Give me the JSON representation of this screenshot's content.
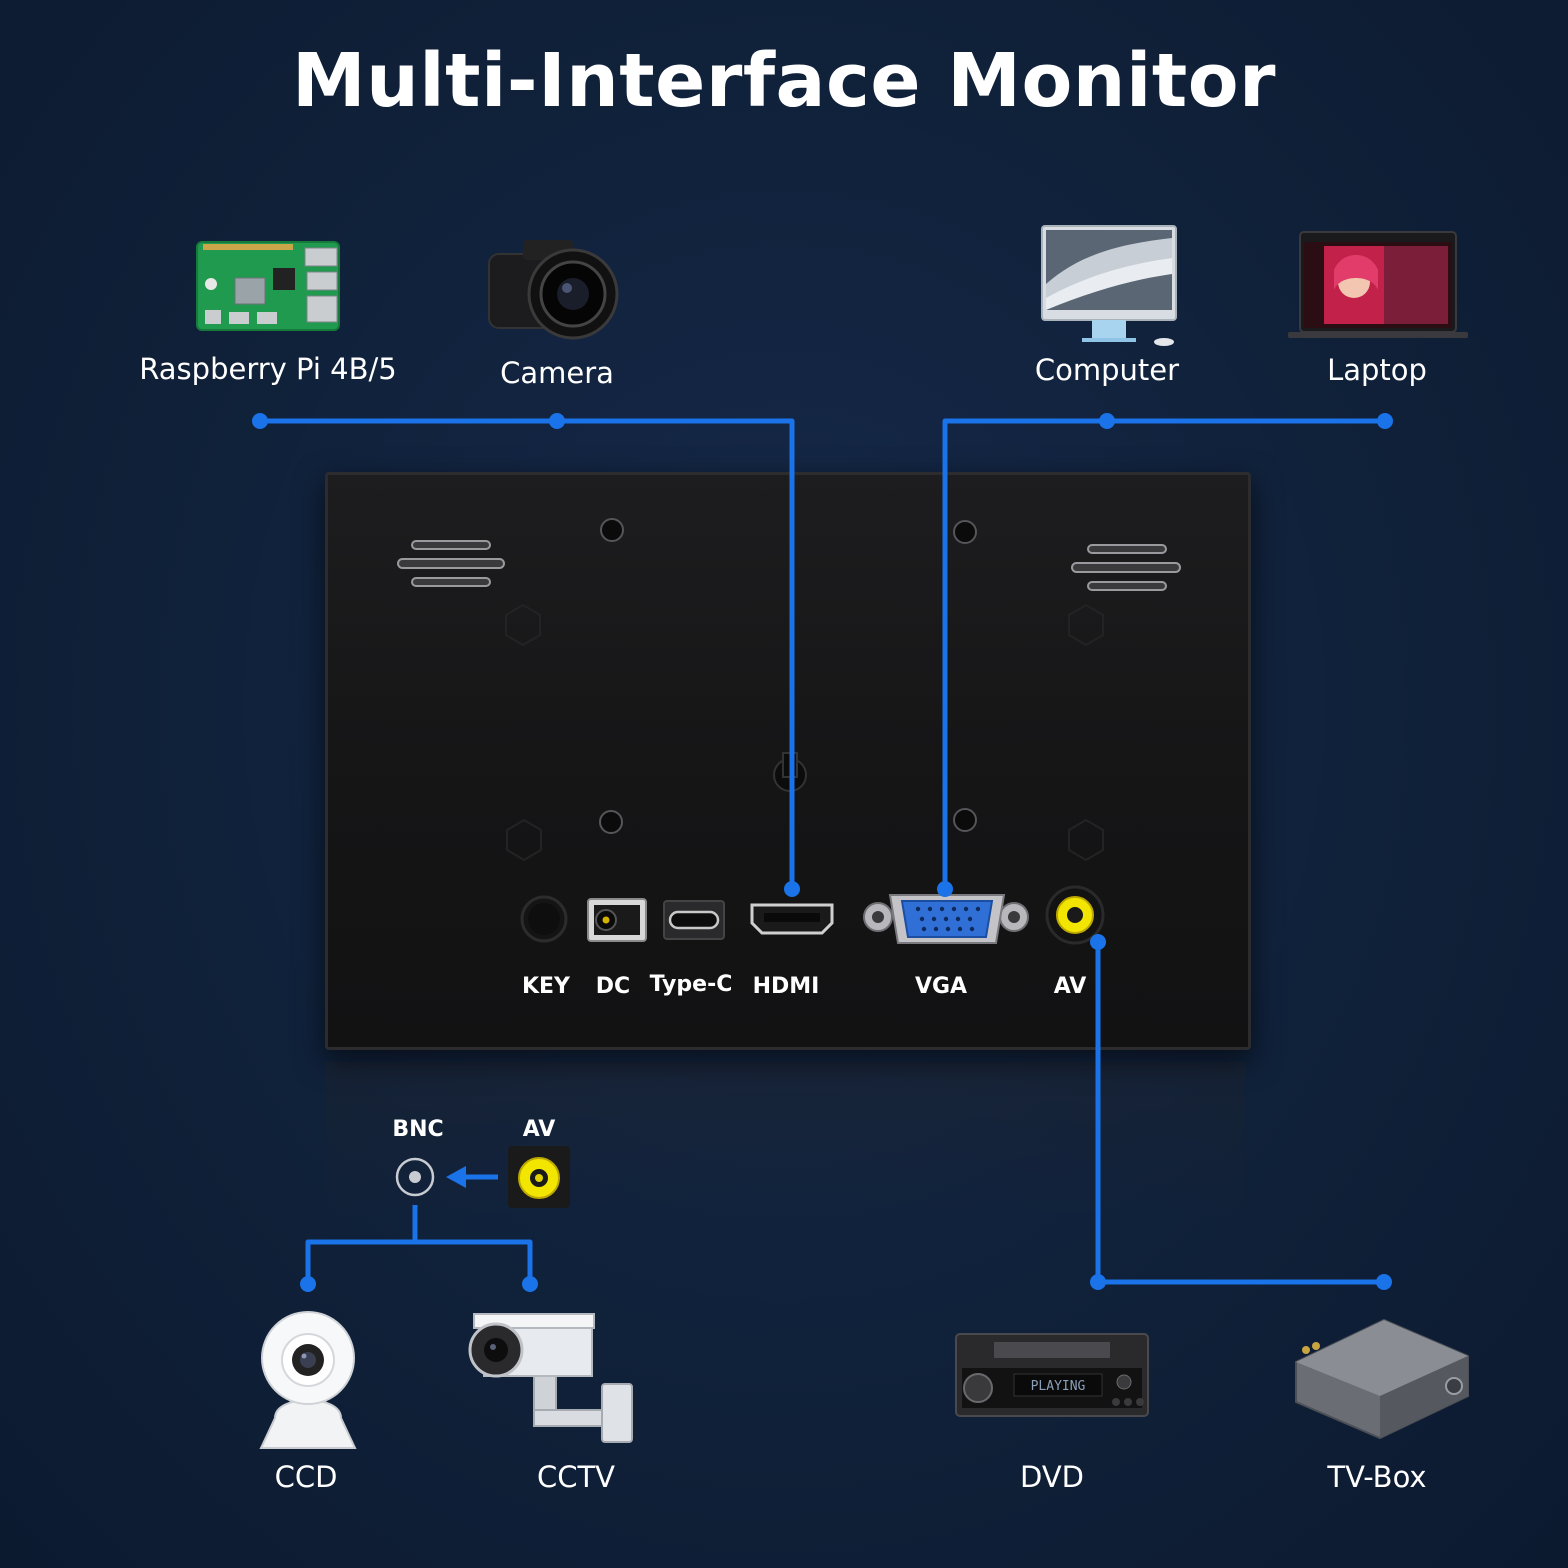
{
  "title": "Multi-Interface Monitor",
  "colors": {
    "background": "#0f2038",
    "wire": "#1a73e8",
    "accent_yellow": "#f2e600"
  },
  "top_devices": [
    {
      "label": "Raspberry Pi 4B/5",
      "icon": "raspberry-pi-board-icon"
    },
    {
      "label": "Camera",
      "icon": "camera-icon"
    },
    {
      "label": "Computer",
      "icon": "desktop-computer-icon"
    },
    {
      "label": "Laptop",
      "icon": "laptop-icon"
    }
  ],
  "ports": [
    {
      "label": "KEY",
      "icon": "key-button-icon"
    },
    {
      "label": "DC",
      "icon": "dc-jack-icon"
    },
    {
      "label": "Type-C",
      "icon": "usb-c-port-icon"
    },
    {
      "label": "HDMI",
      "icon": "hdmi-port-icon"
    },
    {
      "label": "VGA",
      "icon": "vga-port-icon"
    },
    {
      "label": "AV",
      "icon": "rca-av-port-icon"
    }
  ],
  "adapter": {
    "bnc_label": "BNC",
    "av_label": "AV"
  },
  "bottom_devices": [
    {
      "label": "CCD",
      "icon": "dome-camera-icon"
    },
    {
      "label": "CCTV",
      "icon": "bullet-camera-icon"
    },
    {
      "label": "DVD",
      "icon": "dvd-player-icon",
      "display_text": "PLAYING"
    },
    {
      "label": "TV-Box",
      "icon": "tv-box-icon"
    }
  ]
}
